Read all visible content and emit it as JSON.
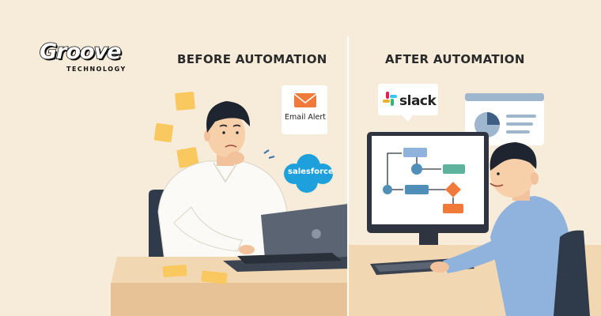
{
  "brand": {
    "logo_text": "Groove",
    "logo_subtext": "TECHNOLOGY"
  },
  "panels": {
    "before": {
      "title": "BEFORE AUTOMATION"
    },
    "after": {
      "title": "AFTER AUTOMATION"
    }
  },
  "badges": {
    "email_alert": "Email Alert",
    "salesforce": "salesforce",
    "slack": "slack"
  },
  "icons": {
    "email": "envelope-icon",
    "salesforce": "salesforce-cloud-icon",
    "slack": "slack-icon",
    "laptop_logo": "laptop-logo-icon",
    "workflow": "workflow-diagram-icon",
    "report": "pie-chart-report-icon"
  },
  "colors": {
    "background": "#f7ecd9",
    "salesforce_blue": "#1ea0dc",
    "email_orange": "#f07a3a",
    "sticky_yellow": "#f9c95f",
    "shirt_blue": "#8fb3dc",
    "workflow_teal": "#5fb39e",
    "workflow_blue": "#4f8fb8"
  }
}
